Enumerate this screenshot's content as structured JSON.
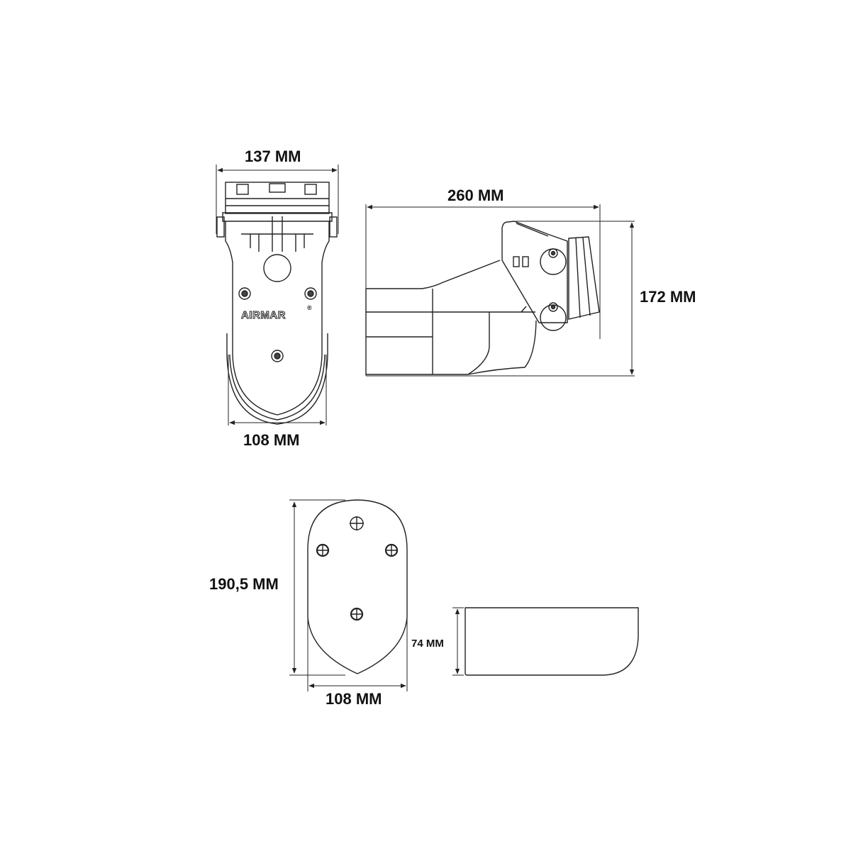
{
  "diagram": {
    "subject": "Transducer dimensional drawing",
    "brand_logo": "AIRMAR",
    "brand_mark": "®",
    "line_color": "#222222",
    "background": "#ffffff"
  },
  "views": {
    "front": {
      "top_width_label": "137 MM",
      "bottom_width_label": "108 MM"
    },
    "side": {
      "length_label": "260 MM",
      "height_label": "172 MM"
    },
    "bottom": {
      "length_label": "190,5 MM",
      "width_label": "108 MM"
    },
    "profile": {
      "height_label": "74 MM"
    }
  }
}
